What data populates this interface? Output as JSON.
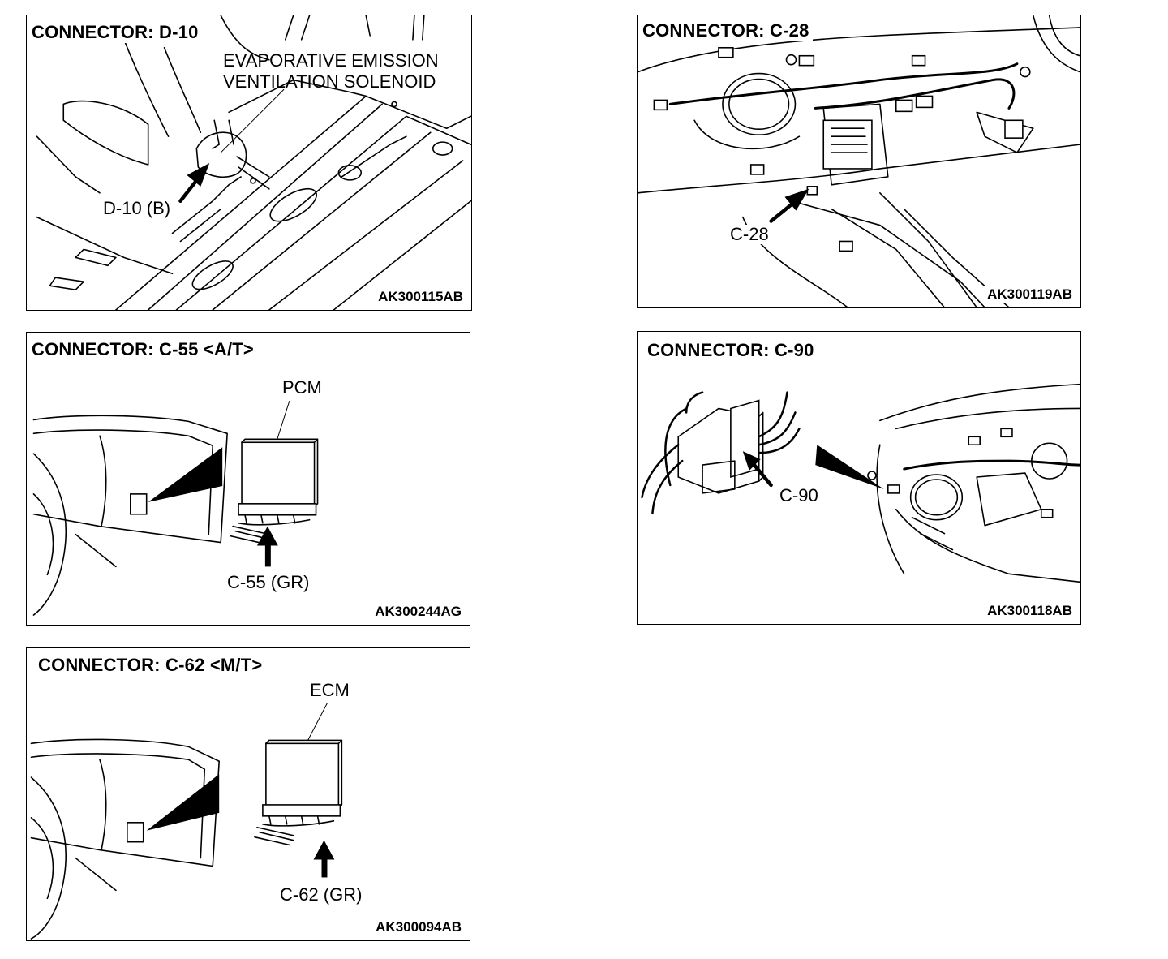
{
  "panels": {
    "d10": {
      "title": "CONNECTOR: D-10",
      "component_line1": "EVAPORATIVE EMISSION",
      "component_line2": "VENTILATION SOLENOID",
      "connector_label": "D-10 (B)",
      "figure_code": "AK300115AB"
    },
    "c28": {
      "title": "CONNECTOR: C-28",
      "connector_label": "C-28",
      "figure_code": "AK300119AB"
    },
    "c55": {
      "title": "CONNECTOR: C-55 <A/T>",
      "module_label": "PCM",
      "connector_label": "C-55 (GR)",
      "figure_code": "AK300244AG"
    },
    "c90": {
      "title": "CONNECTOR: C-90",
      "connector_label": "C-90",
      "figure_code": "AK300118AB"
    },
    "c62": {
      "title": "CONNECTOR: C-62 <M/T>",
      "module_label": "ECM",
      "connector_label": "C-62 (GR)",
      "figure_code": "AK300094AB"
    }
  }
}
